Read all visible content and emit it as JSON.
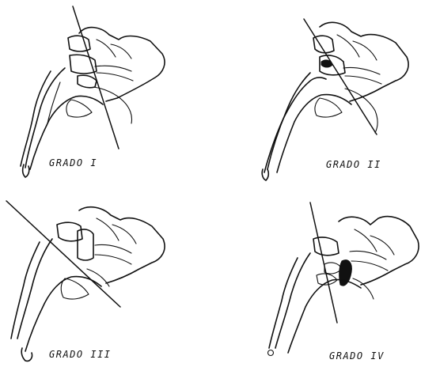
{
  "panels": [
    {
      "label": "GRADO I"
    },
    {
      "label": "GRADO II"
    },
    {
      "label": "GRADO III"
    },
    {
      "label": "GRADO IV"
    }
  ]
}
